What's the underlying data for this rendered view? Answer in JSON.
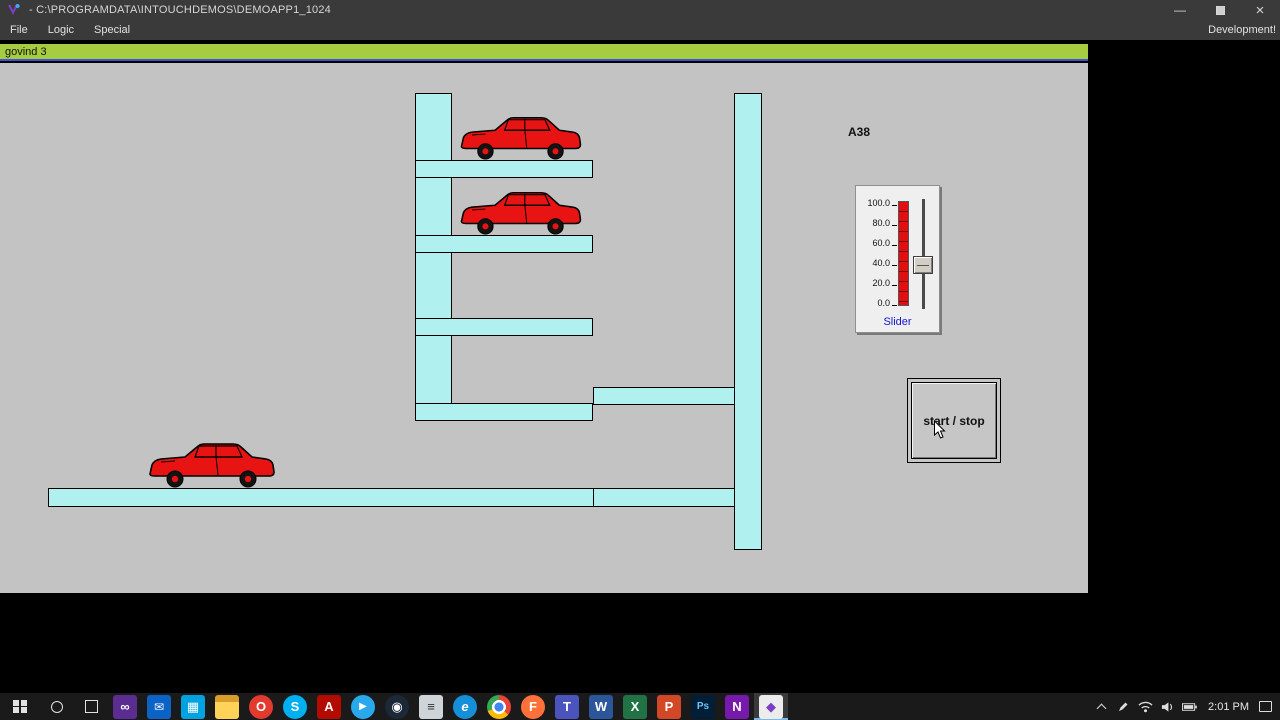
{
  "titlebar": {
    "title": "- C:\\PROGRAMDATA\\INTOUCHDEMOS\\DEMOAPP1_1024",
    "minimize": "—",
    "close": "×"
  },
  "menubar": {
    "items": [
      "File",
      "Logic",
      "Special"
    ],
    "development": "Development!"
  },
  "docwin": {
    "title": "govind 3"
  },
  "scene": {
    "tag_label": "A38",
    "slider": {
      "ticks": [
        "100.0",
        "80.0",
        "60.0",
        "40.0",
        "20.0",
        "0.0"
      ],
      "caption": "Slider"
    },
    "start_stop": {
      "label": "start / stop"
    }
  },
  "taskbar": {
    "icons": [
      "∞",
      "✉",
      "▦",
      "",
      "O",
      "S",
      "A",
      "▶",
      "◉",
      "≡",
      "e",
      "",
      "F",
      "T",
      "W",
      "X",
      "P",
      "Ps",
      "N",
      "◆"
    ],
    "time": "2:01 PM"
  },
  "colors": {
    "caption_green": "#a6cc3f",
    "structure_cyan": "#b0f0ee",
    "car_red": "#e81313",
    "slider_caption_blue": "#1414cc",
    "canvas_gray": "#c3c3c3"
  }
}
